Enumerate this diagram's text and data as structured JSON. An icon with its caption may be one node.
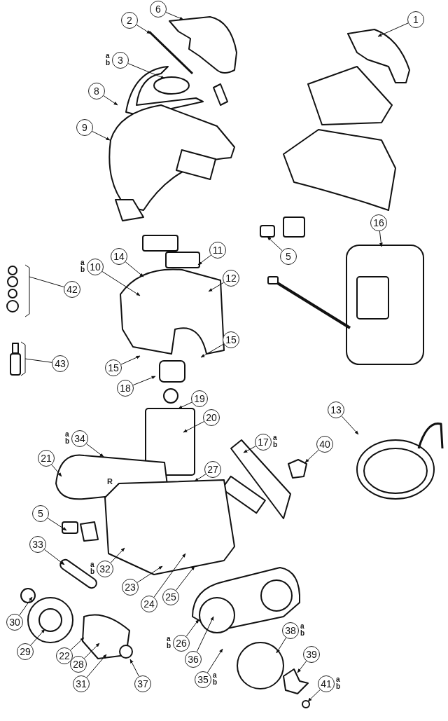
{
  "diagram": {
    "nodes": [
      {
        "text": [
          "6"
        ]
      },
      {
        "text": [
          "2"
        ]
      },
      {
        "text": [
          "3"
        ],
        "beside": [
          "a",
          "b"
        ]
      },
      {
        "text": [
          "1"
        ]
      },
      {
        "text": [
          "8"
        ]
      },
      {
        "text": [
          "9"
        ]
      },
      {
        "text": [
          "5"
        ]
      },
      {
        "text": [
          "16"
        ]
      },
      {
        "text": [
          "11"
        ]
      },
      {
        "text": [
          "14"
        ]
      },
      {
        "text": [
          "10"
        ],
        "beside": [
          "a",
          "b"
        ]
      },
      {
        "text": [
          "42"
        ]
      },
      {
        "text": [
          "12"
        ]
      },
      {
        "text": [
          "15"
        ]
      },
      {
        "text": [
          "43"
        ]
      },
      {
        "text": [
          "15"
        ]
      },
      {
        "text": [
          "18"
        ]
      },
      {
        "text": [
          "19"
        ]
      },
      {
        "text": [
          "20"
        ]
      },
      {
        "text": [
          "13"
        ]
      },
      {
        "text": [
          "17"
        ],
        "beside": [
          "a",
          "b"
        ]
      },
      {
        "text": [
          "40"
        ]
      },
      {
        "text": [
          "34"
        ],
        "beside": [
          "a",
          "b"
        ]
      },
      {
        "text": [
          "21"
        ]
      },
      {
        "text": [
          "27"
        ]
      },
      {
        "text": [
          "5"
        ]
      },
      {
        "text": [
          "33"
        ]
      },
      {
        "text": [
          "32"
        ],
        "beside": [
          "a",
          "b"
        ]
      },
      {
        "text": [
          "23"
        ]
      },
      {
        "text": [
          "24"
        ]
      },
      {
        "text": [
          "25"
        ]
      },
      {
        "text": [
          "30"
        ]
      },
      {
        "text": [
          "29"
        ]
      },
      {
        "text": [
          "26"
        ],
        "beside": [
          "a",
          "b"
        ]
      },
      {
        "text": [
          "22"
        ]
      },
      {
        "text": [
          "28"
        ]
      },
      {
        "text": [
          "36"
        ]
      },
      {
        "text": [
          "31"
        ]
      },
      {
        "text": [
          "37"
        ]
      },
      {
        "text": [
          "35"
        ],
        "beside": [
          "a",
          "b"
        ]
      },
      {
        "text": [
          "38"
        ],
        "beside": [
          "a",
          "b"
        ]
      },
      {
        "text": [
          "39"
        ]
      },
      {
        "text": [
          "41"
        ],
        "beside": [
          "a",
          "b"
        ]
      }
    ],
    "edges": [
      {
        "from": 0,
        "to": null,
        "arrow": "to"
      },
      {
        "from": 1,
        "to": null,
        "arrow": "to"
      },
      {
        "from": 2,
        "to": null,
        "arrow": "to"
      },
      {
        "from": 3,
        "to": null,
        "arrow": "to"
      },
      {
        "from": 4,
        "to": null,
        "arrow": "to"
      },
      {
        "from": 5,
        "to": null,
        "arrow": "to"
      },
      {
        "from": 6,
        "to": null,
        "arrow": "to"
      },
      {
        "from": 7,
        "to": null,
        "arrow": "to"
      },
      {
        "from": 8,
        "to": null,
        "arrow": "to"
      },
      {
        "from": 9,
        "to": null,
        "arrow": "to"
      },
      {
        "from": 10,
        "to": null,
        "arrow": "to"
      },
      {
        "from": 11,
        "to": null,
        "arrow": "none"
      },
      {
        "from": 12,
        "to": null,
        "arrow": "to"
      },
      {
        "from": 13,
        "to": null,
        "arrow": "to"
      },
      {
        "from": 14,
        "to": null,
        "arrow": "none"
      },
      {
        "from": 15,
        "to": null,
        "arrow": "to"
      },
      {
        "from": 16,
        "to": null,
        "arrow": "to"
      },
      {
        "from": 17,
        "to": null,
        "arrow": "to"
      },
      {
        "from": 18,
        "to": null,
        "arrow": "to"
      },
      {
        "from": 19,
        "to": null,
        "arrow": "to"
      },
      {
        "from": 20,
        "to": null,
        "arrow": "to"
      },
      {
        "from": 21,
        "to": null,
        "arrow": "to"
      },
      {
        "from": 22,
        "to": null,
        "arrow": "to"
      },
      {
        "from": 23,
        "to": null,
        "arrow": "to"
      },
      {
        "from": 24,
        "to": null,
        "arrow": "to"
      },
      {
        "from": 25,
        "to": null,
        "arrow": "to"
      },
      {
        "from": 26,
        "to": null,
        "arrow": "to"
      },
      {
        "from": 27,
        "to": null,
        "arrow": "to"
      },
      {
        "from": 28,
        "to": null,
        "arrow": "to"
      },
      {
        "from": 29,
        "to": null,
        "arrow": "to"
      },
      {
        "from": 30,
        "to": null,
        "arrow": "to"
      },
      {
        "from": 31,
        "to": null,
        "arrow": "to"
      },
      {
        "from": 32,
        "to": null,
        "arrow": "to"
      },
      {
        "from": 33,
        "to": null,
        "arrow": "to"
      },
      {
        "from": 34,
        "to": null,
        "arrow": "to"
      },
      {
        "from": 35,
        "to": null,
        "arrow": "to"
      },
      {
        "from": 36,
        "to": null,
        "arrow": "to"
      },
      {
        "from": 37,
        "to": null,
        "arrow": "to"
      },
      {
        "from": 38,
        "to": null,
        "arrow": "to"
      },
      {
        "from": 39,
        "to": null,
        "arrow": "to"
      },
      {
        "from": 40,
        "to": null,
        "arrow": "to"
      },
      {
        "from": 41,
        "to": null,
        "arrow": "to"
      },
      {
        "from": 42,
        "to": null,
        "arrow": "to"
      }
    ],
    "labels": [
      "R"
    ]
  }
}
